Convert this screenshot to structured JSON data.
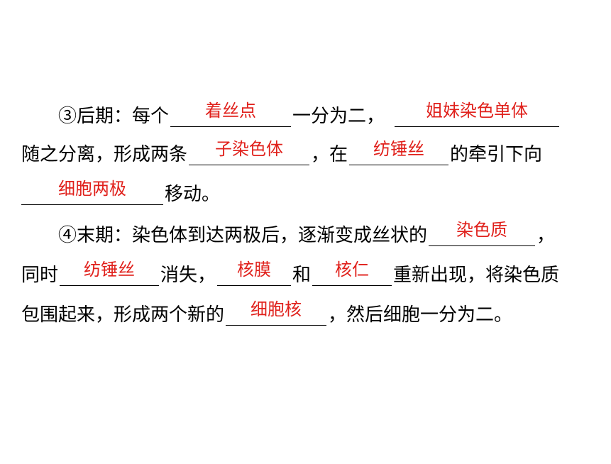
{
  "colors": {
    "answer": "#e0201b",
    "text": "#000000",
    "background": "#ffffff"
  },
  "line1": {
    "t1": "③后期：每个",
    "a1": "着丝点",
    "t2": "一分为二，",
    "a2": "姐妹染色单体"
  },
  "line2": {
    "t1": "随之分离，形成两条",
    "a1": "子染色体",
    "t2": "，在",
    "a2": "纺锤丝",
    "t3": "的牵引下向"
  },
  "line3": {
    "a1": "细胞两极",
    "t1": "移动。"
  },
  "line4": {
    "t1": "④末期：染色体到达两极后，逐渐变成丝状的",
    "a1": "染色质",
    "t2": "，"
  },
  "line5": {
    "t1": "同时",
    "a1": "纺锤丝",
    "t2": "消失，",
    "a2": "核膜",
    "t3": "和",
    "a3": "核仁",
    "t4": "重新出现，将染色质"
  },
  "line6": {
    "t1": "包围起来，形成两个新的",
    "a1": "细胞核",
    "t2": "，然后细胞一分为二。"
  }
}
